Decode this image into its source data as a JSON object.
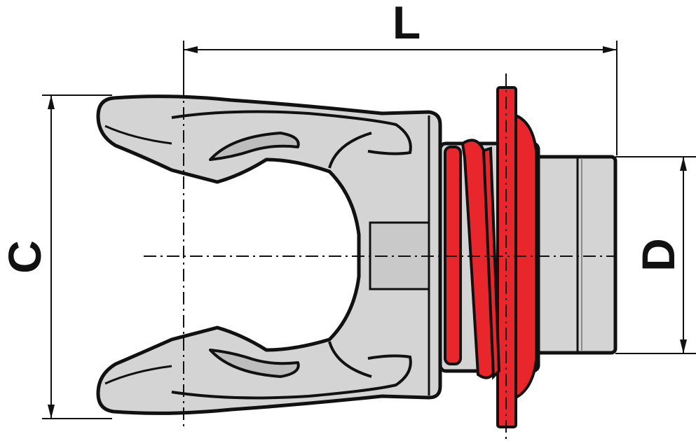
{
  "labels": {
    "length": "L",
    "outer_width": "C",
    "shaft_diameter": "D"
  },
  "colors": {
    "body": "#d4d4d4",
    "body_dark": "#b9b9b9",
    "outline": "#111111",
    "spring": "#e8262b",
    "background": "#ffffff"
  }
}
